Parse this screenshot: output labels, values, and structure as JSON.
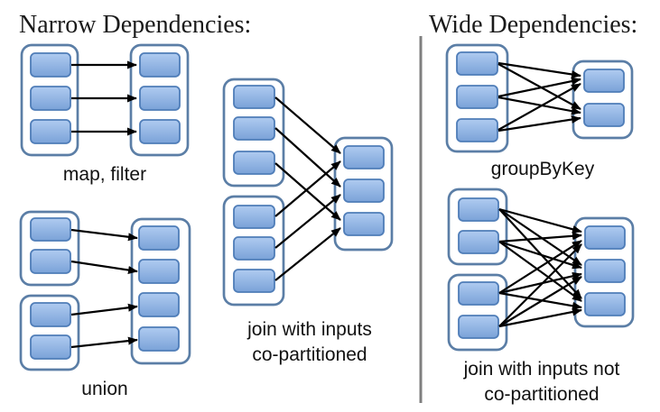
{
  "sections": {
    "narrow": {
      "title": "Narrow Dependencies:",
      "examples": [
        {
          "id": "map-filter",
          "label": "map, filter",
          "parents": [
            {
              "partitions": 3
            }
          ],
          "output_partitions": 3,
          "dependency": "one-to-one"
        },
        {
          "id": "union",
          "label": "union",
          "parents": [
            {
              "partitions": 2
            },
            {
              "partitions": 2
            }
          ],
          "output_partitions": 4,
          "dependency": "one-to-one"
        },
        {
          "id": "join-co-partitioned",
          "label_lines": [
            "join with inputs",
            "co-partitioned"
          ],
          "parents": [
            {
              "partitions": 3
            },
            {
              "partitions": 3
            }
          ],
          "output_partitions": 3,
          "dependency": "matching partition of each parent to same output partition"
        }
      ]
    },
    "wide": {
      "title": "Wide Dependencies:",
      "examples": [
        {
          "id": "groupByKey",
          "label": "groupByKey",
          "parents": [
            {
              "partitions": 3
            }
          ],
          "output_partitions": 2,
          "dependency": "all-to-all"
        },
        {
          "id": "join-not-co-partitioned",
          "label_lines": [
            "join with inputs not",
            "co-partitioned"
          ],
          "parents": [
            {
              "partitions": 2
            },
            {
              "partitions": 2
            }
          ],
          "output_partitions": 3,
          "dependency": "all-to-all"
        }
      ]
    }
  },
  "colors": {
    "partition_fill_top": "#AFCBF0",
    "partition_fill_bottom": "#7AA2D8",
    "partition_border": "#4F7DB8",
    "container_border": "#5B7EA6",
    "arrow": "#000000",
    "divider": "#7F7F7F",
    "background": "#FFFFFF",
    "text": "#1A1A1A"
  }
}
